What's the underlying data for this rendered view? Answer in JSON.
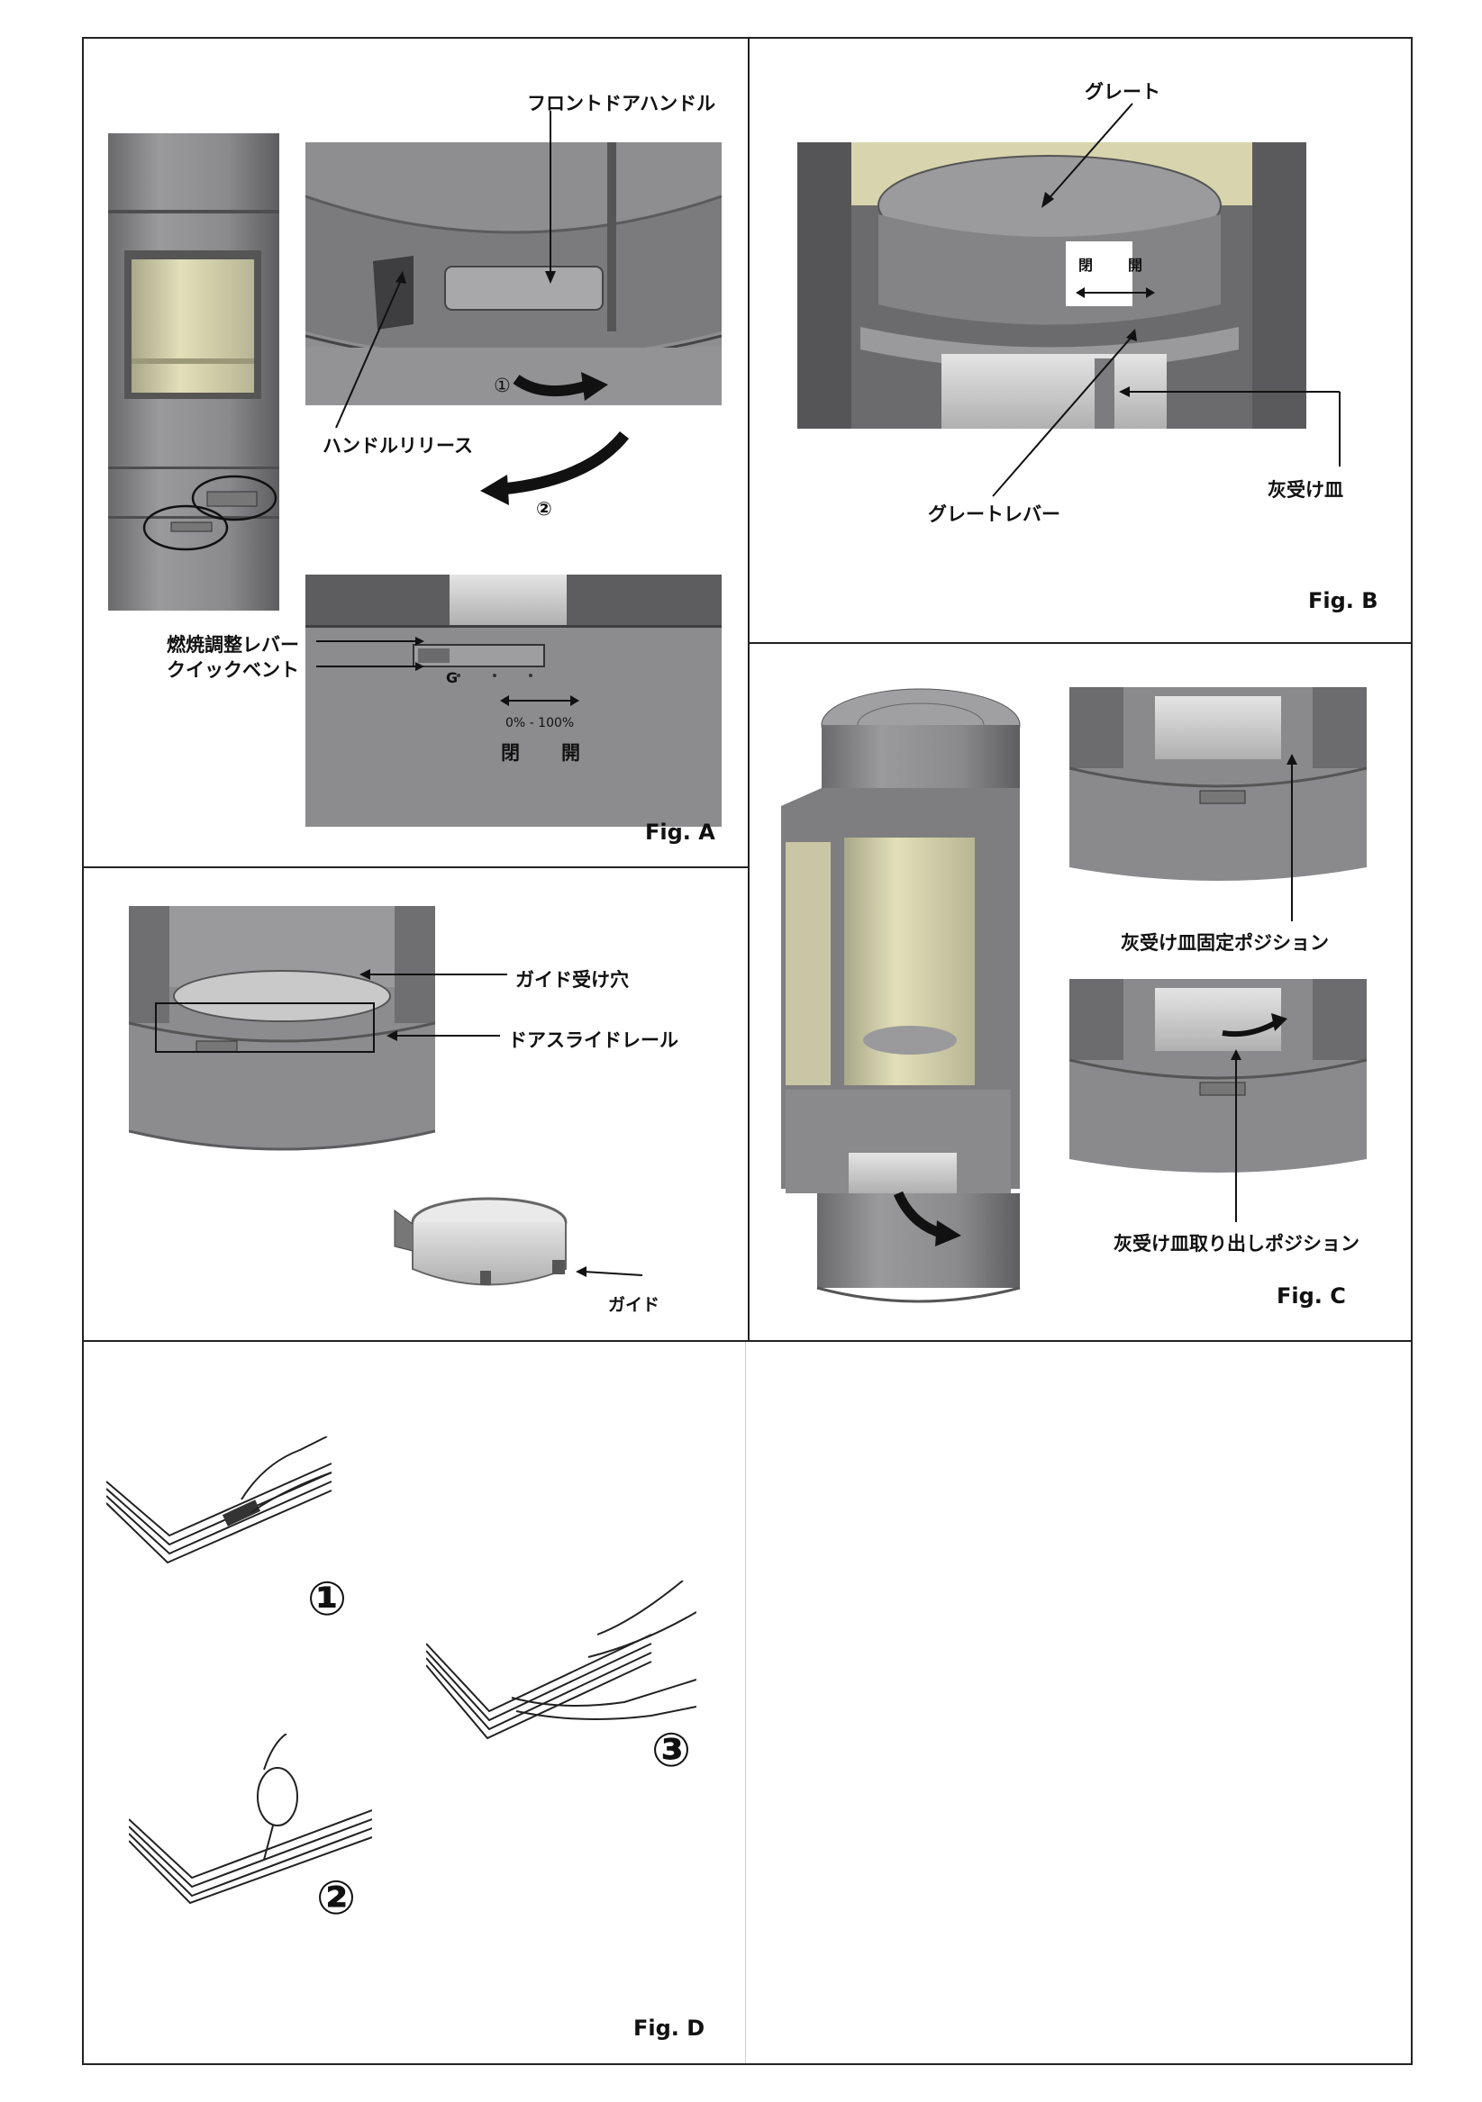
{
  "figA": {
    "caption": "Fig. A",
    "front_door_handle": "フロントドアハンドル",
    "handle_release": "ハンドルリリース",
    "step1": "①",
    "step2": "②",
    "combustion_lever": "燃焼調整レバー",
    "quick_vent": "クイックベント",
    "g_mark": "G",
    "range": "0% - 100%",
    "close": "閉",
    "open": "開"
  },
  "figB": {
    "caption": "Fig. B",
    "grate": "グレート",
    "grate_lever": "グレートレバー",
    "ash_pan": "灰受け皿",
    "close": "閉",
    "open": "開"
  },
  "figC": {
    "caption": "Fig. C",
    "ash_pan_fixed": "灰受け皿固定ポジション",
    "ash_pan_remove": "灰受け皿取り出しポジション"
  },
  "guide": {
    "guide_hole": "ガイド受け穴",
    "door_slide_rail": "ドアスライドレール",
    "guide": "ガイド"
  },
  "figD": {
    "caption": "Fig. D",
    "step1": "①",
    "step2": "②",
    "step3": "③"
  }
}
